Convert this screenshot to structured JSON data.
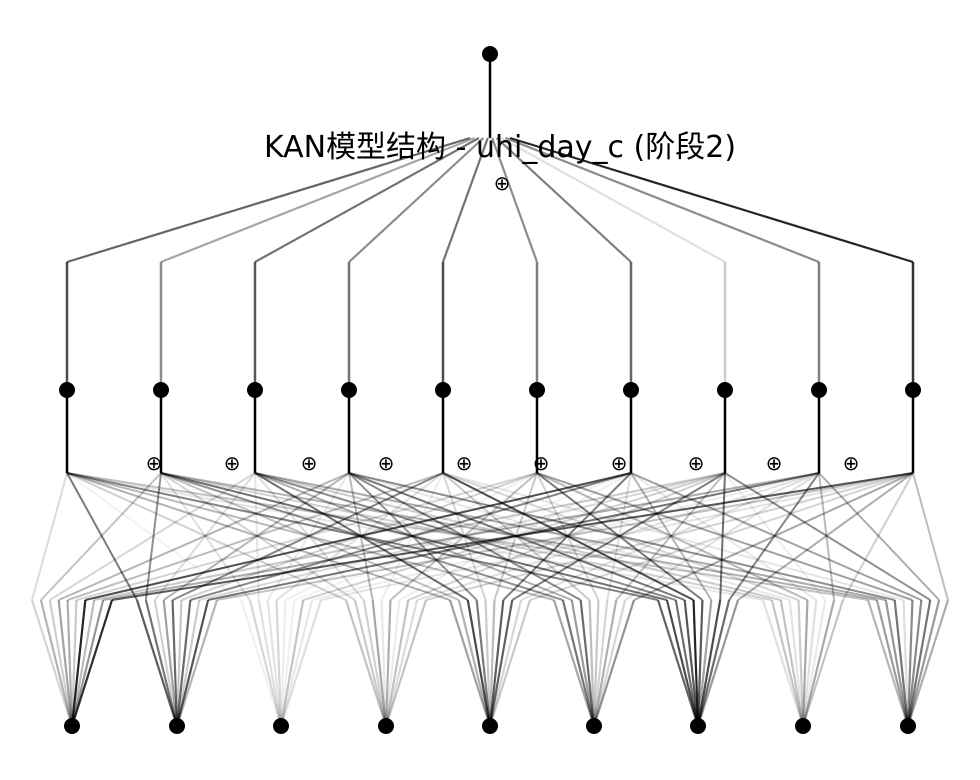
{
  "title": "KAN模型结构 - uhi_day_c (阶段2)",
  "colors": {
    "node": "#000000",
    "edge": "#000000",
    "background": "#ffffff"
  },
  "network": {
    "layers": [
      9,
      10,
      1
    ],
    "sum_symbol": "⊕",
    "output_edge_alphas": [
      0.6,
      0.35,
      0.55,
      0.45,
      0.55,
      0.45,
      0.5,
      0.12,
      0.45,
      0.85
    ],
    "hidden_edge_alphas": [
      0.7,
      0.45,
      0.65,
      0.55,
      0.7,
      0.5,
      0.6,
      0.2,
      0.5,
      0.8
    ],
    "input_edge_alphas": [
      0.7,
      0.55,
      0.2,
      0.3,
      0.6,
      0.5,
      0.7,
      0.3,
      0.5
    ]
  }
}
